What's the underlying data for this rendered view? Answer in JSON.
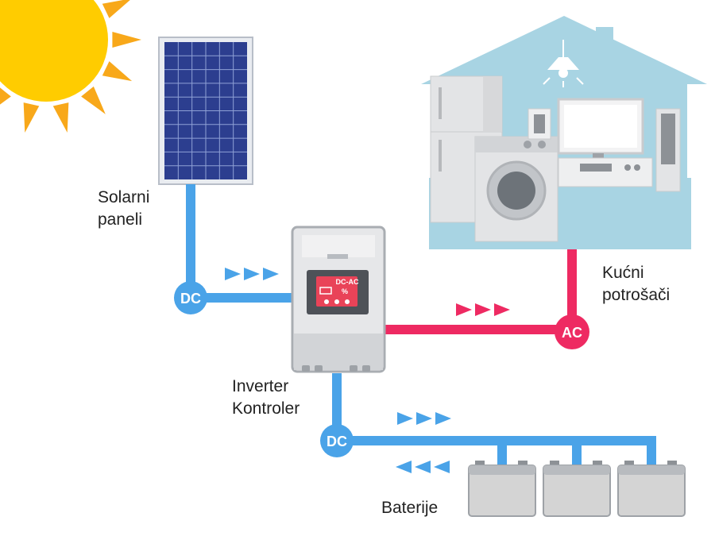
{
  "labels": {
    "solar_panels": [
      "Solarni",
      "paneli"
    ],
    "inverter": [
      "Inverter",
      "Kontroler"
    ],
    "household_loads": [
      "Kućni",
      "potrošači"
    ],
    "batteries": "Baterije"
  },
  "badges": {
    "dc_solar": "DC",
    "dc_battery": "DC",
    "ac_output": "AC"
  },
  "inverter_display": {
    "mode": "DC-AC",
    "indicator": "%"
  },
  "colors": {
    "dc_line": "#4aa3e8",
    "ac_line": "#ee2a62",
    "sun": "#ffcc00",
    "sun_rays": "#f8a81a",
    "panel_cells": "#2c3e8f",
    "house": "#a8d4e3",
    "inverter_body": "#e6e7e9",
    "inverter_screen": "#e94358",
    "battery": "#d4d4d4"
  },
  "icons": [
    "sun-icon",
    "solar-panel-icon",
    "inverter-icon",
    "house-icon",
    "battery-icon",
    "flow-arrow-icon"
  ]
}
